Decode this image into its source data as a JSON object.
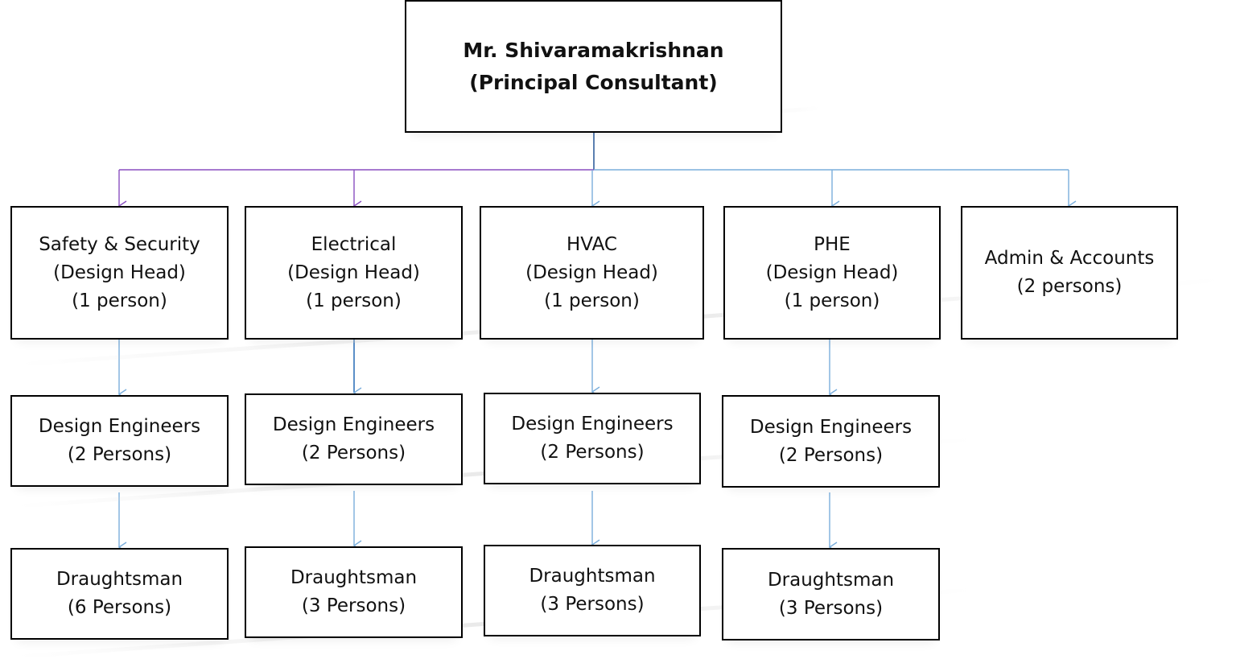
{
  "root": {
    "name": "Mr. Shivaramakrishnan",
    "role": "(Principal Consultant)"
  },
  "departments": [
    {
      "name": "Safety & Security",
      "role": "(Design Head)",
      "count": "(1 person)"
    },
    {
      "name": "Electrical",
      "role": "(Design Head)",
      "count": "(1 person)"
    },
    {
      "name": "HVAC",
      "role": "(Design Head)",
      "count": "(1 person)"
    },
    {
      "name": "PHE",
      "role": "(Design Head)",
      "count": "(1 person)"
    },
    {
      "name": "Admin & Accounts",
      "count": "(2 persons)"
    }
  ],
  "engineers": [
    {
      "name": "Design Engineers",
      "count": "(2 Persons)"
    },
    {
      "name": "Design Engineers",
      "count": "(2 Persons)"
    },
    {
      "name": "Design Engineers",
      "count": "(2 Persons)"
    },
    {
      "name": "Design Engineers",
      "count": "(2 Persons)"
    }
  ],
  "draughtsmen": [
    {
      "name": "Draughtsman",
      "count": "(6 Persons)"
    },
    {
      "name": "Draughtsman",
      "count": "(3 Persons)"
    },
    {
      "name": "Draughtsman",
      "count": "(3 Persons)"
    },
    {
      "name": "Draughtsman",
      "count": "(3 Persons)"
    }
  ],
  "colors": {
    "box_border": "#000000",
    "connector_purple": "#8a4fc0",
    "connector_blue": "#7aaedc"
  }
}
